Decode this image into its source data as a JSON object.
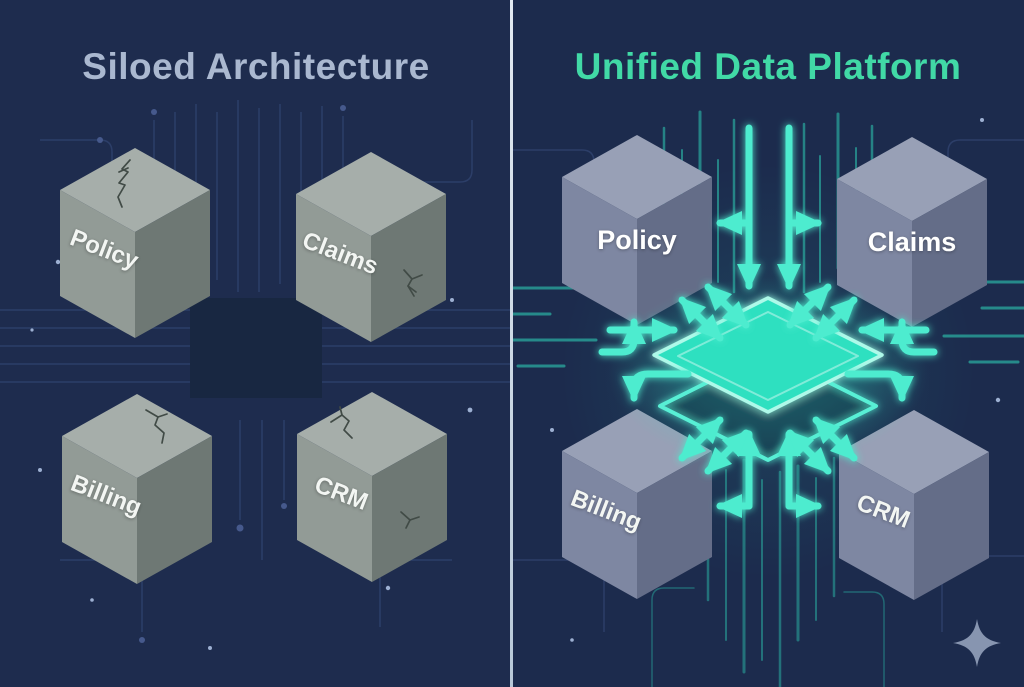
{
  "left_panel": {
    "title": "Siloed Architecture",
    "title_color": "#aab8d0",
    "cubes": [
      {
        "label": "Policy"
      },
      {
        "label": "Claims"
      },
      {
        "label": "Billing"
      },
      {
        "label": "CRM"
      }
    ],
    "style_note": "cracked gray silo cubes on dark circuit board"
  },
  "right_panel": {
    "title": "Unified Data Platform",
    "title_color": "#41d9a6",
    "cubes": [
      {
        "label": "Policy"
      },
      {
        "label": "Claims"
      },
      {
        "label": "Billing"
      },
      {
        "label": "CRM"
      }
    ],
    "hub": {
      "name": "unified-platform-slab",
      "glow_color": "#2ee0c0"
    }
  },
  "colors": {
    "background": "#1e2c4e",
    "divider": "#c9d6e4",
    "accent_teal": "#4deccf",
    "circuit_trace": "#2c3e68",
    "cube_gray": "#929b96",
    "cube_blue_gray": "#7e87a2",
    "watermark": "#8795b0"
  },
  "watermark": {
    "icon": "sparkle-icon"
  }
}
